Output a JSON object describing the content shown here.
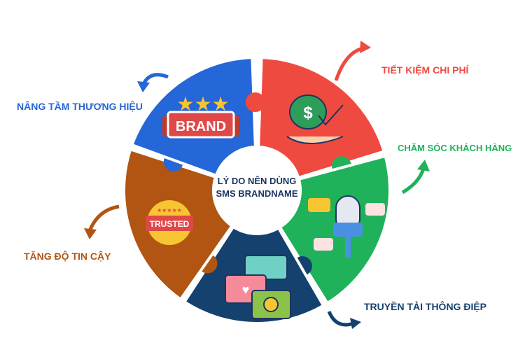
{
  "title_line1": "LÝ DO NÊN DÙNG",
  "title_line2": "SMS BRANDNAME",
  "reasons": [
    {
      "label": "TIẾT KIỆM CHI PHÍ",
      "color": "#ef4a3f",
      "icon": "money-bag-hand-icon"
    },
    {
      "label": "CHĂM SÓC KHÁCH HÀNG",
      "color": "#1fb25a",
      "icon": "microphone-chat-icon"
    },
    {
      "label": "TRUYỀN TẢI THÔNG ĐIỆP",
      "color": "#14416e",
      "icon": "message-bubbles-icon"
    },
    {
      "label": "TĂNG ĐỘ TIN CẬY",
      "color": "#b25412",
      "icon": "trusted-badge-icon"
    },
    {
      "label": "NÂNG TẦM THƯƠNG HIỆU",
      "color": "#2566d8",
      "icon": "brand-badge-icon"
    }
  ],
  "badges": {
    "brand": "BRAND",
    "trusted": "TRUSTED",
    "stars": "★★★★★"
  }
}
